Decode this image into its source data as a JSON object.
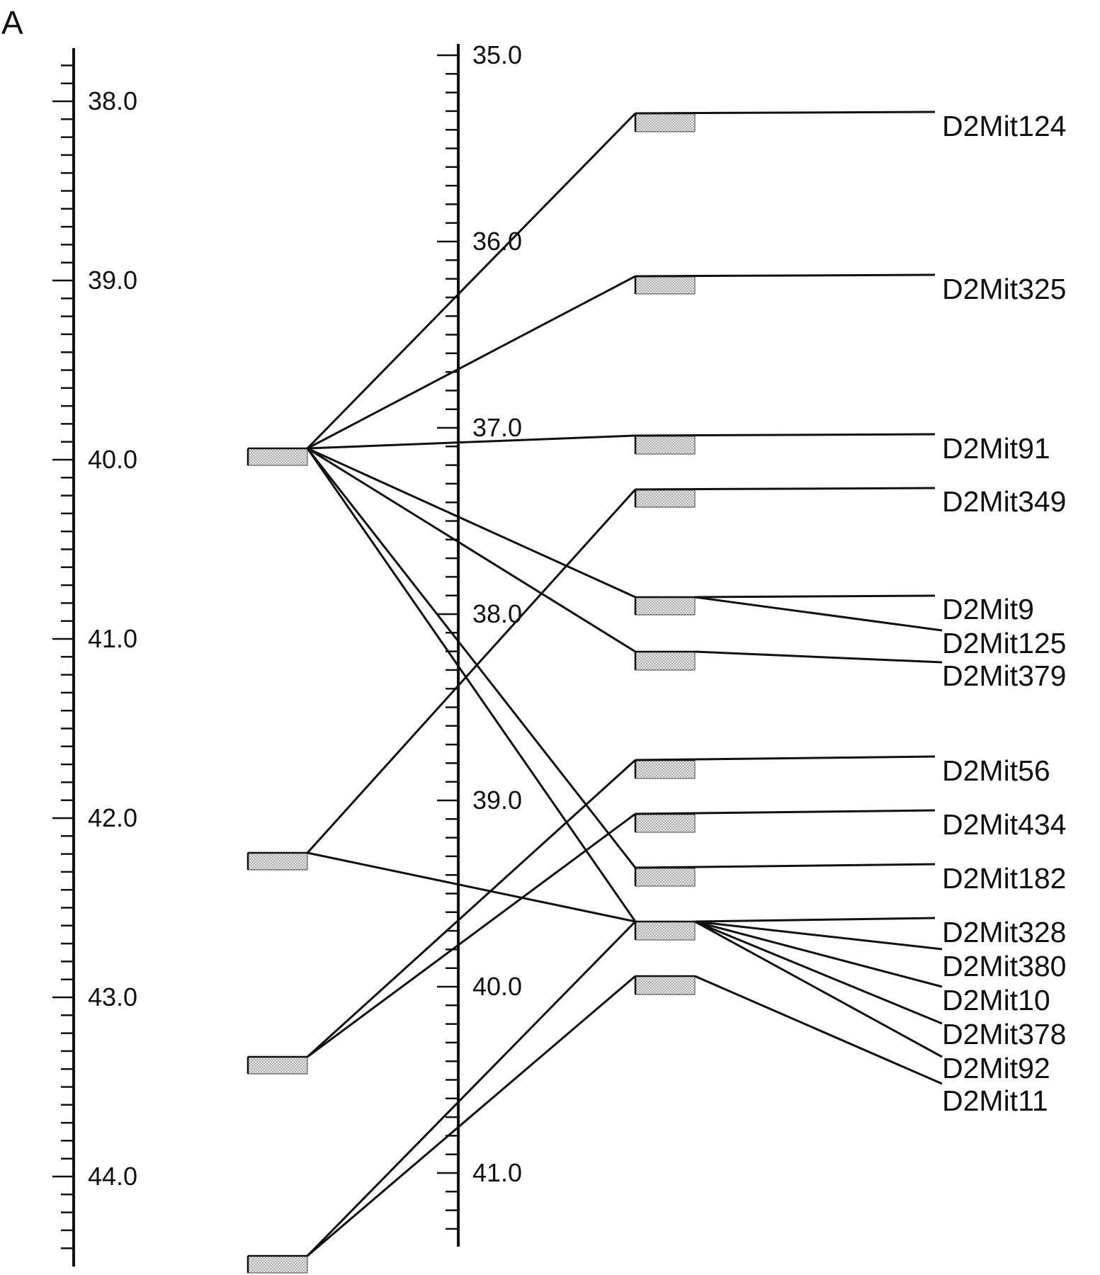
{
  "panel_label": "A",
  "left_axis": {
    "labels": [
      {
        "text": "38.0",
        "value": 38.0
      },
      {
        "text": "39.0",
        "value": 39.0
      },
      {
        "text": "40.0",
        "value": 40.0
      },
      {
        "text": "41.0",
        "value": 41.0
      },
      {
        "text": "42.0",
        "value": 42.0
      },
      {
        "text": "43.0",
        "value": 43.0
      },
      {
        "text": "44.0",
        "value": 44.0
      }
    ]
  },
  "right_axis": {
    "labels": [
      {
        "text": "35.0",
        "value": 35.0
      },
      {
        "text": "36.0",
        "value": 36.0
      },
      {
        "text": "37.0",
        "value": 37.0
      },
      {
        "text": "38.0",
        "value": 38.0
      },
      {
        "text": "39.0",
        "value": 39.0
      },
      {
        "text": "40.0",
        "value": 40.0
      },
      {
        "text": "41.0",
        "value": 41.0
      }
    ]
  },
  "markers": [
    "D2Mit124",
    "D2Mit325",
    "D2Mit91",
    "D2Mit349",
    "D2Mit9",
    "D2Mit125",
    "D2Mit379",
    "D2Mit56",
    "D2Mit434",
    "D2Mit182",
    "D2Mit328",
    "D2Mit380",
    "D2Mit10",
    "D2Mit378",
    "D2Mit92",
    "D2Mit11"
  ]
}
